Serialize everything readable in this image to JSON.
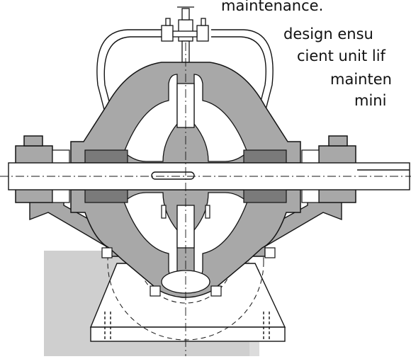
{
  "text_lines": [
    "maintenance.",
    "design ensu",
    "cient unit lif",
    "mainten",
    "mini"
  ],
  "colors": {
    "casing_fill": "#a8a8a8",
    "line": "#141414",
    "backdrop": "#cfcfcf",
    "background": "#ffffff"
  }
}
